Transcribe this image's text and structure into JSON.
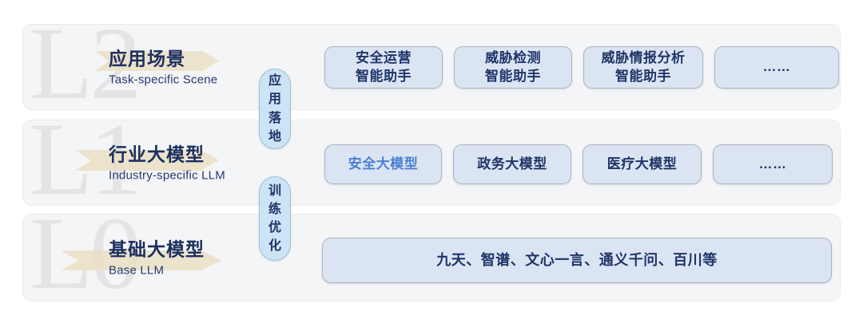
{
  "diagram": {
    "layers": [
      {
        "watermark": "L2",
        "title": "应用场景",
        "subtitle": "Task-specific Scene",
        "boxes": [
          {
            "line1": "安全运营",
            "line2": "智能助手"
          },
          {
            "line1": "威胁检测",
            "line2": "智能助手"
          },
          {
            "line1": "威胁情报分析",
            "line2": "智能助手"
          },
          {
            "line1": "……"
          }
        ]
      },
      {
        "watermark": "L1",
        "title": "行业大模型",
        "subtitle": "Industry-specific LLM",
        "boxes": [
          {
            "line1": "安全大模型"
          },
          {
            "line1": "政务大模型"
          },
          {
            "line1": "医疗大模型"
          },
          {
            "line1": "……"
          }
        ]
      },
      {
        "watermark": "L0",
        "title": "基础大模型",
        "subtitle": "Base LLM",
        "boxes": [
          {
            "line1": "九天、智谱、文心一言、通义千问、百川等"
          }
        ]
      }
    ],
    "connectors": [
      {
        "label": "应用落地"
      },
      {
        "label": "训练优化"
      }
    ],
    "colors": {
      "panel_fill": "#f4f5f7",
      "watermark_gray": "#e4e4e7",
      "ribbon_beige": "#eadfc4",
      "box_fill": "#dbe4f3",
      "box_border": "#aeb4c0",
      "pill_fill": "#cbe4f6",
      "pill_border": "#a4bed2",
      "text_navy": "#1f3468",
      "highlight_blue": "#4a7fd1"
    }
  }
}
